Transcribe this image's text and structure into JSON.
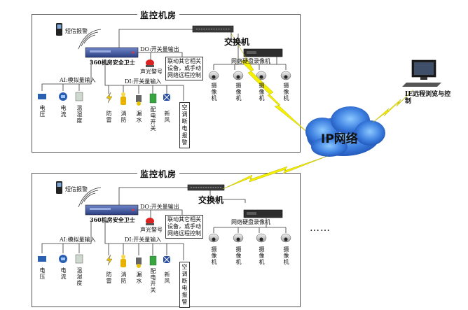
{
  "room_title": "监控机房",
  "sms_alarm": "短信报警",
  "guard_device": "360机房安全卫士",
  "do_label": "DO:开关量输出",
  "ai_label": "AI:模拟量输入",
  "di_label": "DI:开关量输入",
  "strobe_alarm": "声光警号",
  "linkage_note": "联动其它相关设备，或手动网络远程控制",
  "switch_label": "交换机",
  "nvr_label_top": "网络硬盘录像机",
  "nvr_label_bottom": "网络硬盘录像机",
  "camera_label": "摄像机",
  "ai_sensors": [
    "电压",
    "电流",
    "温湿度"
  ],
  "di_sensors": [
    "防雷",
    "消防",
    "漏水",
    "配电开关",
    "新风"
  ],
  "ac_alarm": "空调断电报警",
  "cloud_label": "IP网络",
  "remote_label": "IE远程浏览与控制",
  "more": "……",
  "colors": {
    "lightning": "#f4f000",
    "cloud": "#2f6fd6",
    "wire": "#333333"
  }
}
